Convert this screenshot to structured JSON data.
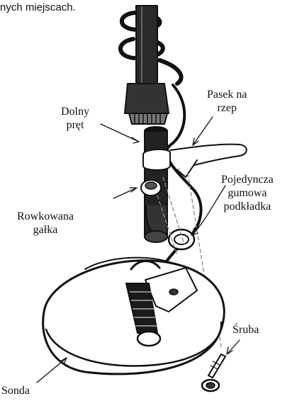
{
  "caption_fragment": "nych miejscach.",
  "labels": {
    "dolny_pret_1": "Dolny",
    "dolny_pret_2": "pręt",
    "pasek_1": "Pasek na",
    "pasek_2": "rzep",
    "pojedyncza_1": "Pojedyncza",
    "pojedyncza_2": "gumowa",
    "pojedyncza_3": "podkładka",
    "rowkowana_1": "Rowkowana",
    "rowkowana_2": "gałka",
    "sruba": "Śruba",
    "sonda": "Sonda"
  }
}
